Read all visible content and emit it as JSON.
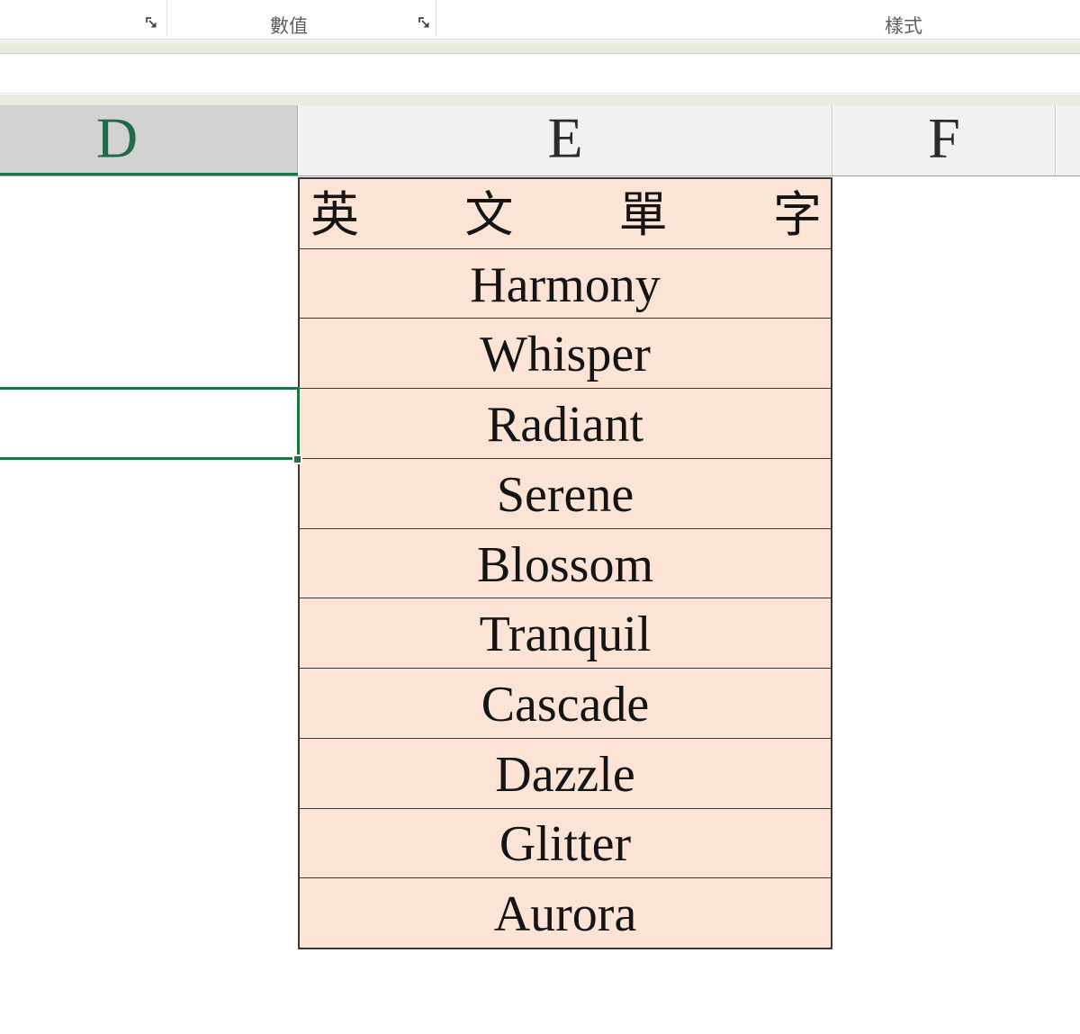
{
  "ribbon": {
    "number_group_label": "數值",
    "styles_group_label": "樣式"
  },
  "sheet": {
    "column_headers": [
      "D",
      "E",
      "F"
    ],
    "selected_column": "D",
    "selected_row_word": "Radiant",
    "table": {
      "title": "英文單字",
      "title_chars": [
        "英",
        "文",
        "單",
        "字"
      ],
      "words": [
        "Harmony",
        "Whisper",
        "Radiant",
        "Serene",
        "Blossom",
        "Tranquil",
        "Cascade",
        "Dazzle",
        "Glitter",
        "Aurora"
      ]
    }
  },
  "colors": {
    "cell_fill": "#fbe3d5",
    "selection_green": "#1f7246",
    "selected_header_bg": "#d2d2d2",
    "header_bg": "#f1f1f0",
    "table_border": "#3a3a3a",
    "band_green": "#e7ece1"
  }
}
